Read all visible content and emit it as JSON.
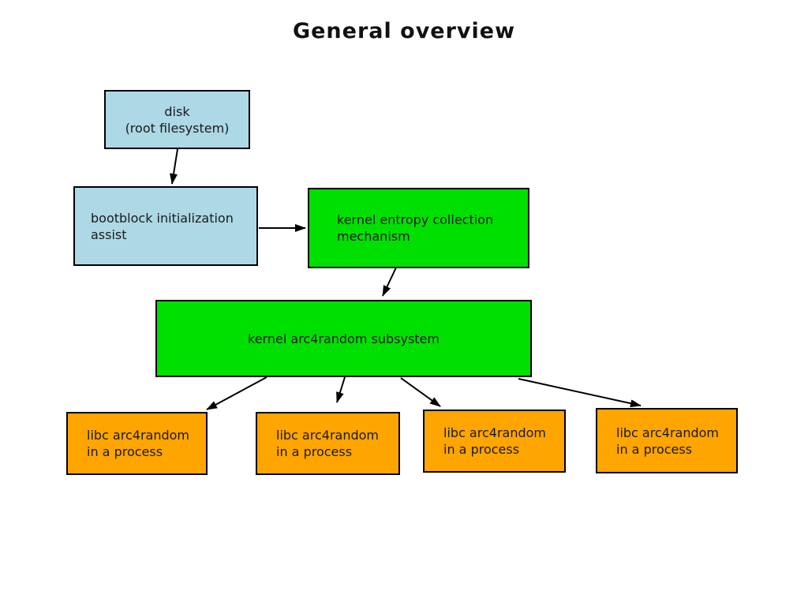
{
  "title": "General overview",
  "colors": {
    "box_lightblue": "#add8e6",
    "box_green": "#00e000",
    "box_orange": "#ffa500",
    "border": "#000000",
    "arrow": "#000000"
  },
  "nodes": {
    "disk": {
      "lines": [
        "disk",
        "(root filesystem)"
      ]
    },
    "bootblock": {
      "lines": [
        "bootblock initialization",
        "assist"
      ]
    },
    "entropy": {
      "lines": [
        "kernel entropy collection",
        "mechanism"
      ]
    },
    "arc4": {
      "lines": [
        "kernel arc4random subsystem"
      ]
    },
    "libc1": {
      "lines": [
        "libc arc4random",
        "in a process"
      ]
    },
    "libc2": {
      "lines": [
        "libc arc4random",
        "in a process"
      ]
    },
    "libc3": {
      "lines": [
        "libc arc4random",
        "in a process"
      ]
    },
    "libc4": {
      "lines": [
        "libc arc4random",
        "in a process"
      ]
    }
  }
}
